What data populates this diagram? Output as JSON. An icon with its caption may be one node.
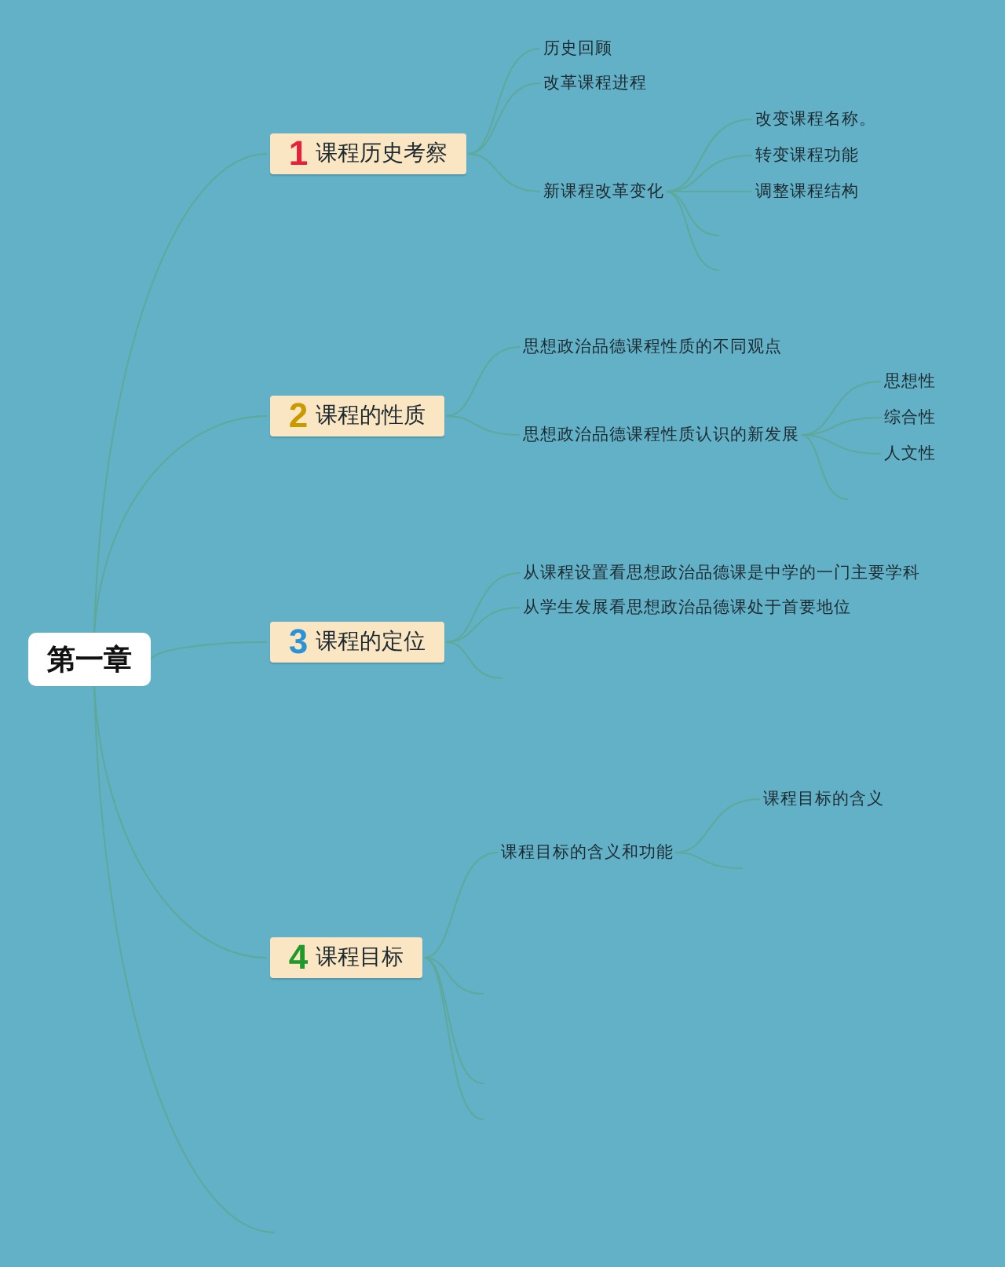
{
  "diagram": {
    "nodes": [
      {
        "text": [
          "第一章"
        ]
      },
      {
        "text": [
          "1",
          "课程历史考察"
        ]
      },
      {
        "text": [
          "历史回顾"
        ]
      },
      {
        "text": [
          "改革课程进程"
        ]
      },
      {
        "text": [
          "新课程改革变化"
        ]
      },
      {
        "text": [
          "改变课程名称。"
        ]
      },
      {
        "text": [
          "转变课程功能"
        ]
      },
      {
        "text": [
          "调整课程结构"
        ]
      },
      {
        "text": [
          "2",
          "课程的性质"
        ]
      },
      {
        "text": [
          "思想政治品德课程性质的不同观点"
        ]
      },
      {
        "text": [
          "思想政治品德课程性质认识的新发展"
        ]
      },
      {
        "text": [
          "思想性"
        ]
      },
      {
        "text": [
          "综合性"
        ]
      },
      {
        "text": [
          "人文性"
        ]
      },
      {
        "text": [
          "3",
          "课程的定位"
        ]
      },
      {
        "text": [
          "从课程设置看思想政治品德课是中学的一门主要学科"
        ]
      },
      {
        "text": [
          "从学生发展看思想政治品德课处于首要地位"
        ]
      },
      {
        "text": [
          "4",
          "课程目标"
        ]
      },
      {
        "text": [
          "课程目标的含义和功能"
        ]
      },
      {
        "text": [
          "课程目标的含义"
        ]
      }
    ],
    "edges": [
      {
        "from": 0,
        "to": 1,
        "arrow": "none"
      },
      {
        "from": 0,
        "to": 8,
        "arrow": "none"
      },
      {
        "from": 0,
        "to": 14,
        "arrow": "none"
      },
      {
        "from": 0,
        "to": 17,
        "arrow": "none"
      },
      {
        "from": 0,
        "to": null,
        "arrow": "none"
      },
      {
        "from": 1,
        "to": 2,
        "arrow": "none"
      },
      {
        "from": 1,
        "to": 3,
        "arrow": "none"
      },
      {
        "from": 1,
        "to": 4,
        "arrow": "none"
      },
      {
        "from": 4,
        "to": 5,
        "arrow": "none"
      },
      {
        "from": 4,
        "to": 6,
        "arrow": "none"
      },
      {
        "from": 4,
        "to": 7,
        "arrow": "none"
      },
      {
        "from": 4,
        "to": null,
        "arrow": "none"
      },
      {
        "from": 4,
        "to": null,
        "arrow": "none"
      },
      {
        "from": 8,
        "to": 9,
        "arrow": "none"
      },
      {
        "from": 8,
        "to": 10,
        "arrow": "none"
      },
      {
        "from": 10,
        "to": 11,
        "arrow": "none"
      },
      {
        "from": 10,
        "to": 12,
        "arrow": "none"
      },
      {
        "from": 10,
        "to": 13,
        "arrow": "none"
      },
      {
        "from": 10,
        "to": null,
        "arrow": "none"
      },
      {
        "from": 14,
        "to": 15,
        "arrow": "none"
      },
      {
        "from": 14,
        "to": 16,
        "arrow": "none"
      },
      {
        "from": 14,
        "to": null,
        "arrow": "none"
      },
      {
        "from": 17,
        "to": 18,
        "arrow": "none"
      },
      {
        "from": 17,
        "to": null,
        "arrow": "none"
      },
      {
        "from": 17,
        "to": null,
        "arrow": "none"
      },
      {
        "from": 17,
        "to": null,
        "arrow": "none"
      },
      {
        "from": 18,
        "to": 19,
        "arrow": "none"
      },
      {
        "from": 18,
        "to": null,
        "arrow": "none"
      }
    ]
  }
}
